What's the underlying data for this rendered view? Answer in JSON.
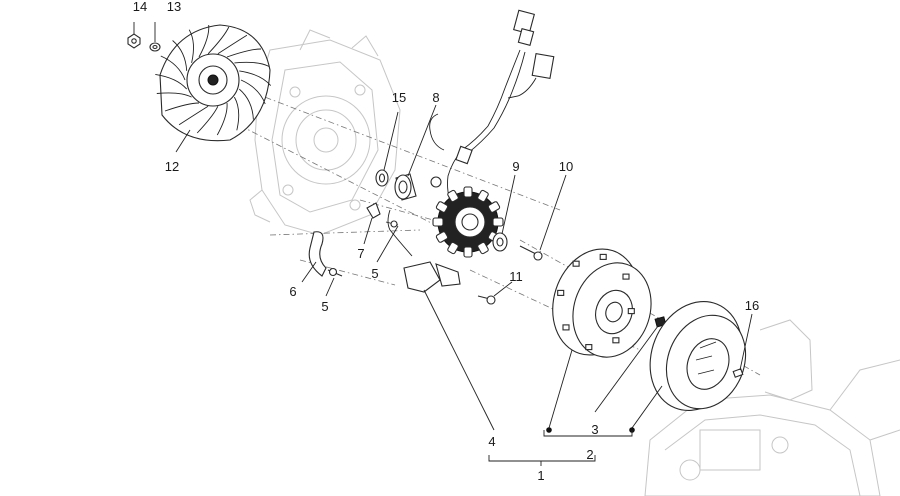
{
  "callouts": {
    "c1": "1",
    "c2": "2",
    "c3": "3",
    "c4": "4",
    "c5a": "5",
    "c5b": "5",
    "c6": "6",
    "c7": "7",
    "c8": "8",
    "c9": "9",
    "c10": "10",
    "c11": "11",
    "c12": "12",
    "c13": "13",
    "c14": "14",
    "c15": "15",
    "c16": "16"
  },
  "colors": {
    "line": "#222222",
    "ghost": "#c6c6c6",
    "ink": "#1a1a1a"
  }
}
